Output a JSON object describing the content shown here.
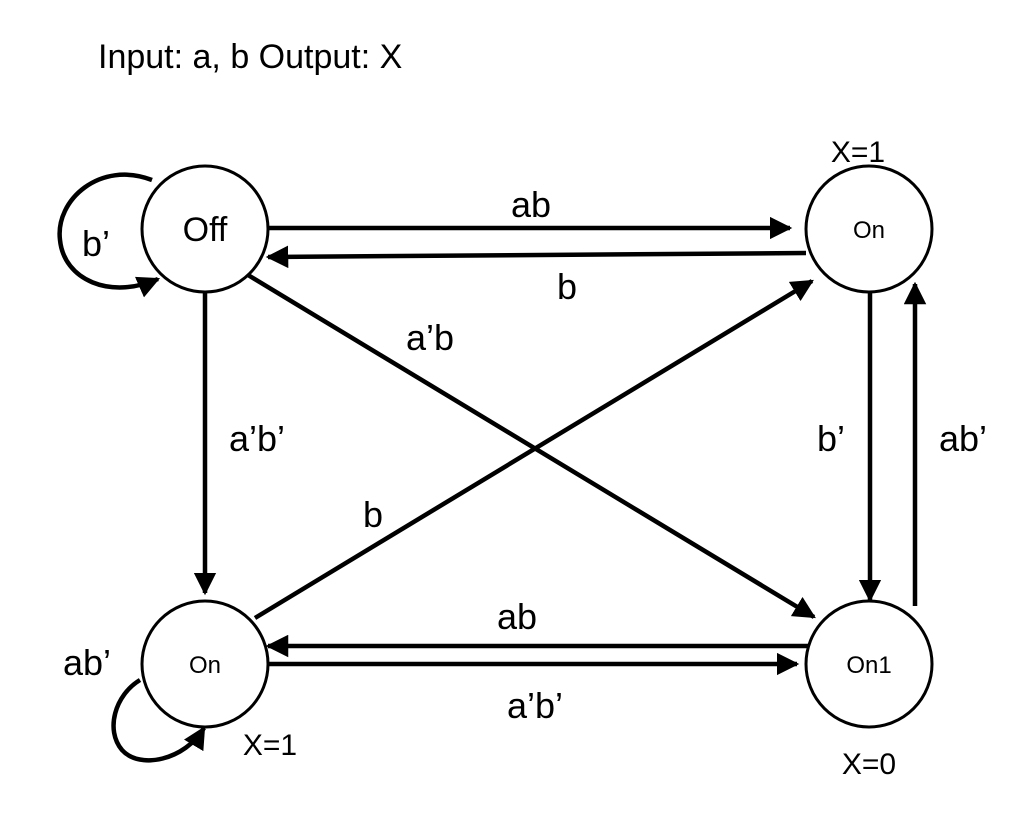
{
  "heading": "Input: a, b Output: X",
  "states": {
    "off": {
      "name": "Off"
    },
    "on_top_right": {
      "name": "On",
      "output": "X=1"
    },
    "on_bottom_left": {
      "name": "On",
      "output": "X=1"
    },
    "on1": {
      "name": "On1",
      "output": "X=0"
    }
  },
  "transitions": {
    "off_self": "b’",
    "off_to_on_tr": "ab",
    "on_tr_to_off": "b",
    "off_to_on1": "a’b",
    "off_to_on_bl": "a’b’",
    "on_bl_to_on_tr": "b",
    "on_tr_to_on1": "b’",
    "on1_to_on_tr": "ab’",
    "on1_to_on_bl": "ab",
    "on_bl_to_on1": "a’b’",
    "on_bl_self": "ab’"
  }
}
